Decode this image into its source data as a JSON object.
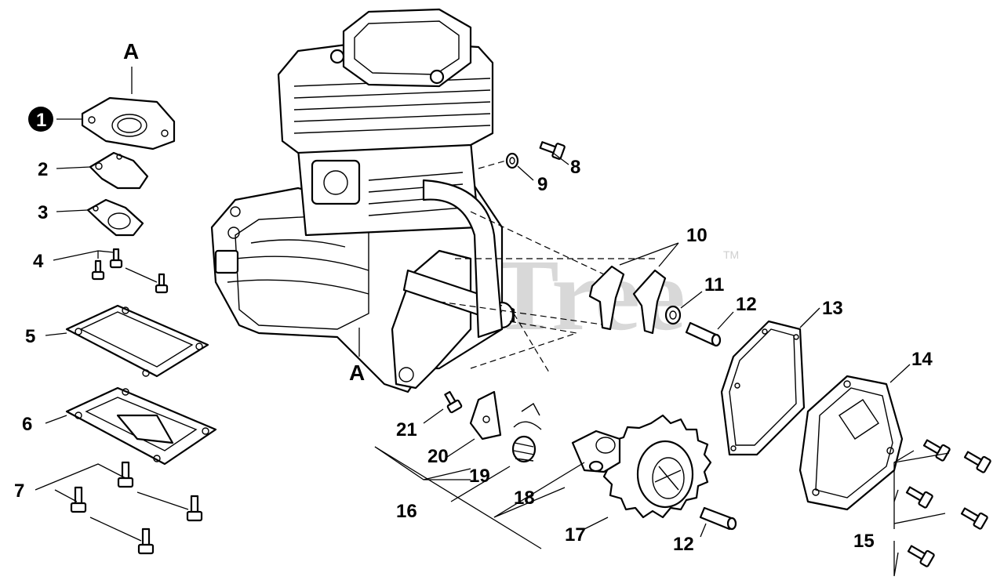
{
  "watermark": {
    "text": "PartsTree",
    "trademark": "TM"
  },
  "section_markers": {
    "top": "A",
    "bottom": "A"
  },
  "callouts": [
    {
      "id": "1",
      "label": "1",
      "style": "circled"
    },
    {
      "id": "2",
      "label": "2"
    },
    {
      "id": "3",
      "label": "3"
    },
    {
      "id": "4",
      "label": "4"
    },
    {
      "id": "5",
      "label": "5"
    },
    {
      "id": "6",
      "label": "6"
    },
    {
      "id": "7",
      "label": "7"
    },
    {
      "id": "8",
      "label": "8"
    },
    {
      "id": "9",
      "label": "9"
    },
    {
      "id": "10",
      "label": "10"
    },
    {
      "id": "11",
      "label": "11"
    },
    {
      "id": "12a",
      "label": "12"
    },
    {
      "id": "12b",
      "label": "12"
    },
    {
      "id": "13",
      "label": "13"
    },
    {
      "id": "14",
      "label": "14"
    },
    {
      "id": "15",
      "label": "15"
    },
    {
      "id": "16",
      "label": "16"
    },
    {
      "id": "17",
      "label": "17"
    },
    {
      "id": "18",
      "label": "18"
    },
    {
      "id": "19",
      "label": "19"
    },
    {
      "id": "20",
      "label": "20"
    },
    {
      "id": "21",
      "label": "21"
    }
  ]
}
